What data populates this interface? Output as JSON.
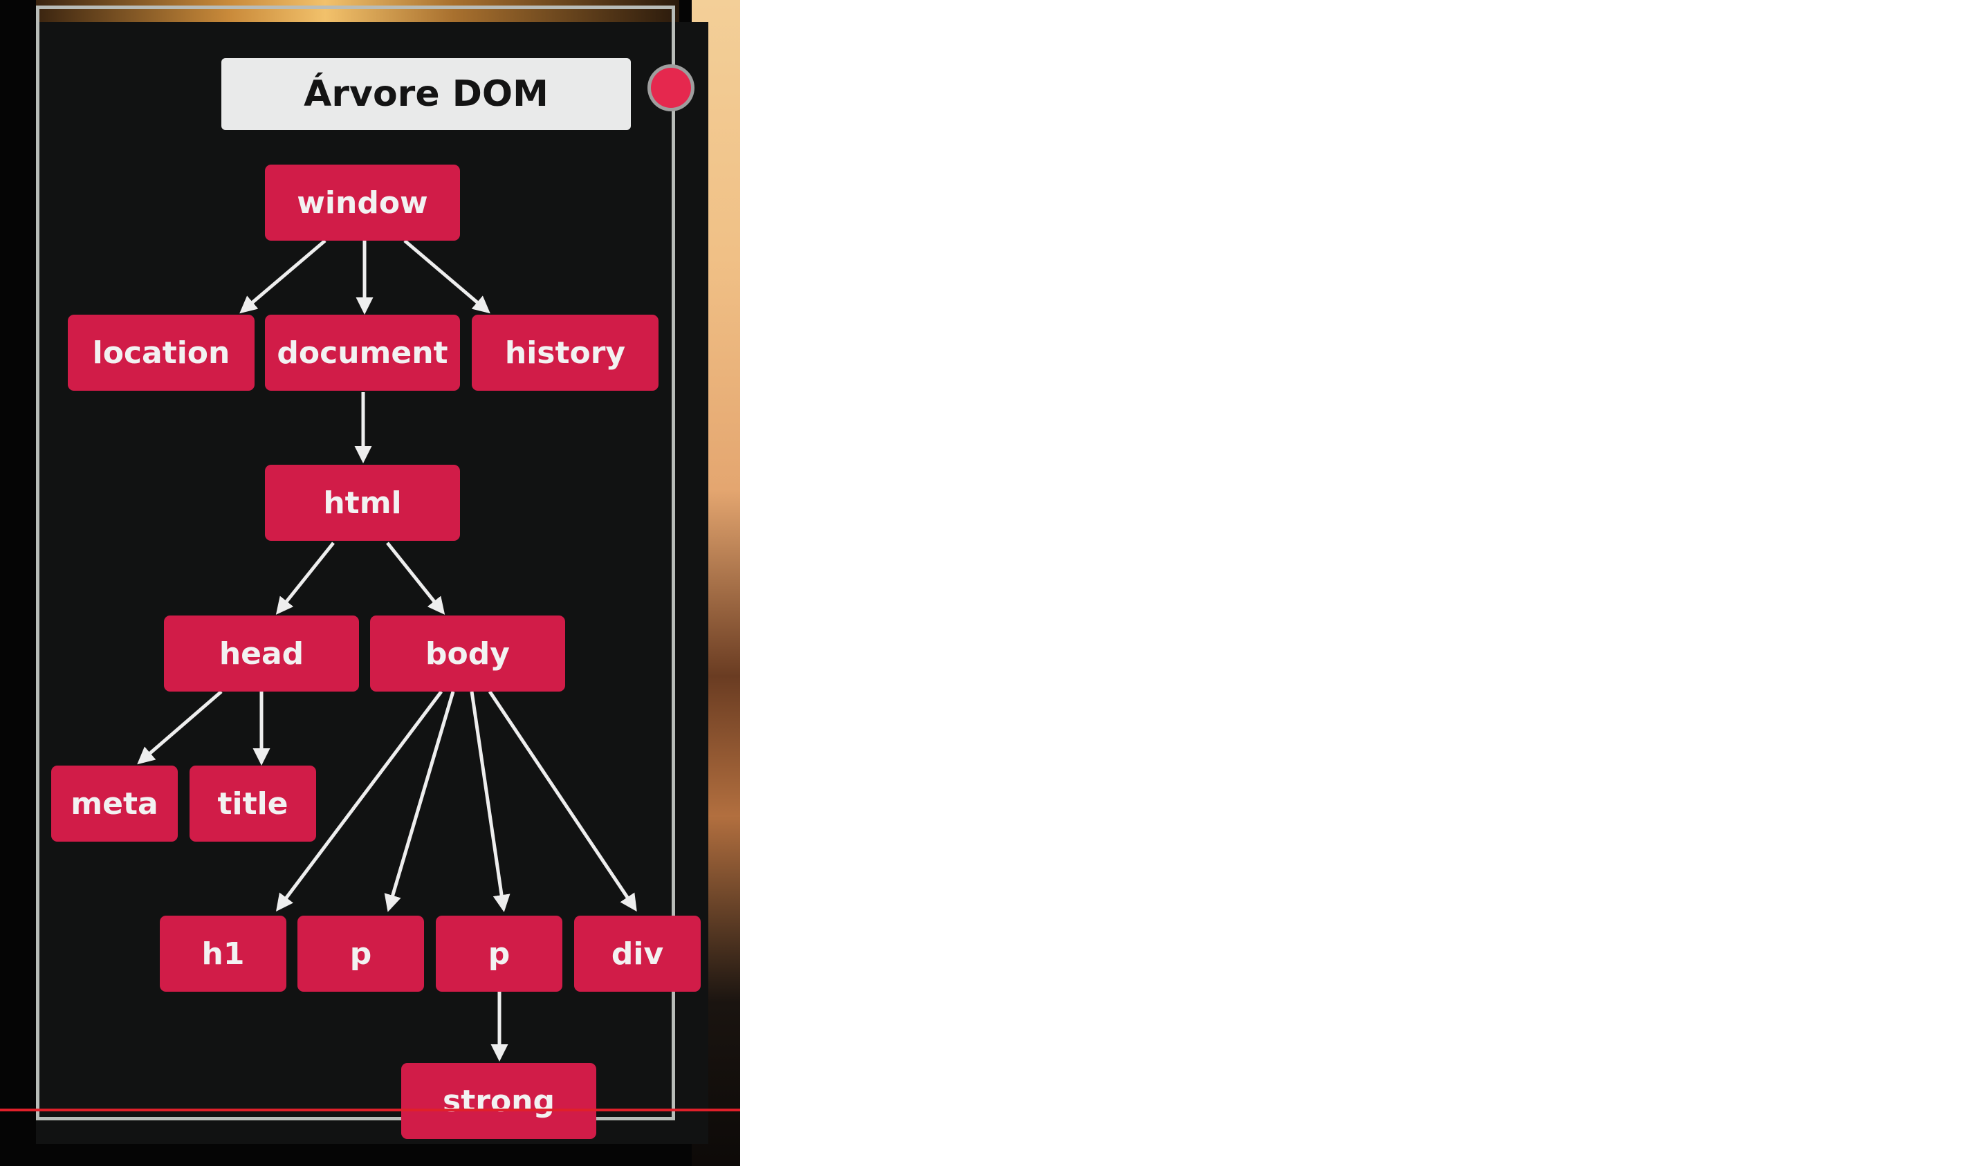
{
  "title": "Árvore DOM",
  "colors": {
    "node_fill": "#d11c48",
    "node_text": "#f2f2f2",
    "board_background": "#111212",
    "title_background": "#e9eaea",
    "arrow": "#eeeeee",
    "accent_dot": "#e5284e",
    "progress_line": "#e0202a"
  },
  "nodes": {
    "window": "window",
    "location": "location",
    "document": "document",
    "history": "history",
    "html": "html",
    "head": "head",
    "body": "body",
    "meta": "meta",
    "title": "title",
    "h1": "h1",
    "p1": "p",
    "p2": "p",
    "div": "div",
    "strong": "strong"
  },
  "edges": [
    [
      "window",
      "location"
    ],
    [
      "window",
      "document"
    ],
    [
      "window",
      "history"
    ],
    [
      "document",
      "html"
    ],
    [
      "html",
      "head"
    ],
    [
      "html",
      "body"
    ],
    [
      "head",
      "meta"
    ],
    [
      "head",
      "title"
    ],
    [
      "body",
      "h1"
    ],
    [
      "body",
      "p1"
    ],
    [
      "body",
      "p2"
    ],
    [
      "body",
      "div"
    ],
    [
      "p2",
      "strong"
    ]
  ]
}
